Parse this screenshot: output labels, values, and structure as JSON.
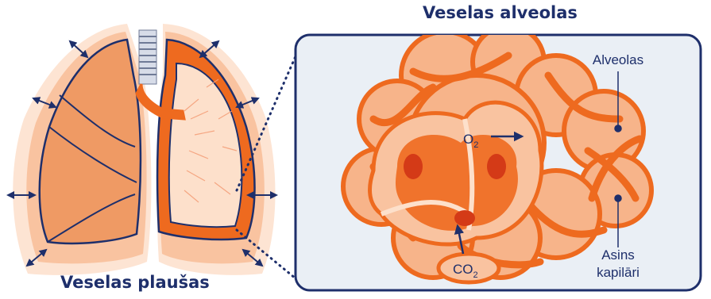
{
  "titles": {
    "alveolus": "Veselas alveolas",
    "lungs": "Veselas plaušas"
  },
  "labels": {
    "alveolas": "Alveolas",
    "o2": "O",
    "o2_sub": "2",
    "co2": "CO",
    "co2_sub": "2",
    "capillaries_line1": "Asins",
    "capillaries_line2": "kapilāri"
  },
  "colors": {
    "navy": "#1e2f6b",
    "orange": "#ee6a1f",
    "orange_light": "#f7b48a",
    "peach": "#fbd7be",
    "panel": "#eaeff5"
  }
}
